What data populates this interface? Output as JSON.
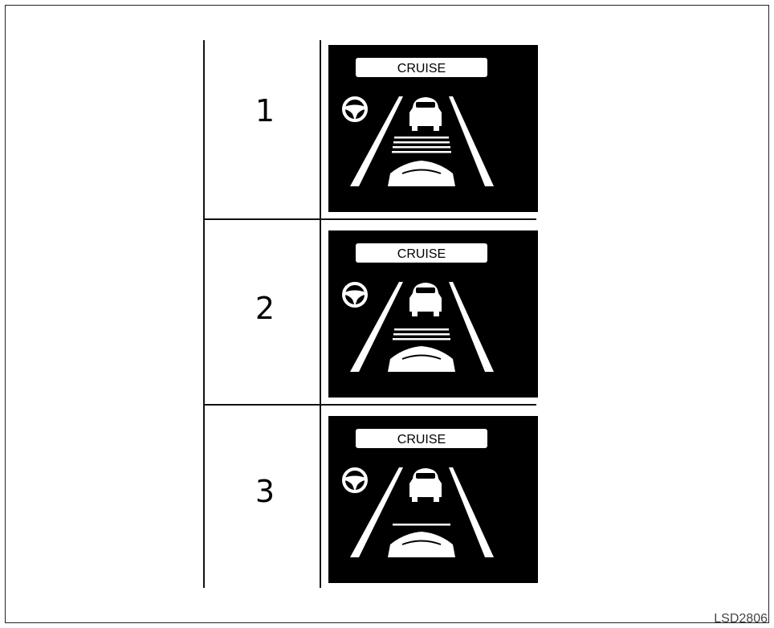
{
  "rows": [
    {
      "number": "1",
      "label": "CRUISE",
      "distance_bars": 4
    },
    {
      "number": "2",
      "label": "CRUISE",
      "distance_bars": 3
    },
    {
      "number": "3",
      "label": "CRUISE",
      "distance_bars": 1
    }
  ],
  "reference_code": "LSD2806",
  "colors": {
    "panel_background": "#000000",
    "foreground": "#ffffff",
    "line": "#111111"
  },
  "icons": [
    "steering-wheel-icon",
    "lead-car-icon",
    "own-car-icon",
    "lane-line-icon",
    "distance-bar-icon"
  ]
}
